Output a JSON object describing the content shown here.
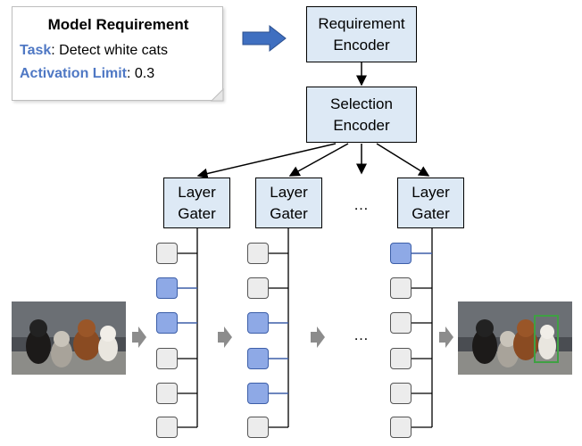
{
  "requirement": {
    "title": "Model Requirement",
    "task_key": "Task",
    "task_value": ": Detect white cats",
    "limit_key": "Activation Limit",
    "limit_value": ": 0.3"
  },
  "encoders": {
    "requirement": [
      "Requirement",
      "Encoder"
    ],
    "selection": [
      "Selection",
      "Encoder"
    ]
  },
  "gater_label": [
    "Layer",
    "Gater"
  ],
  "ellipsis": "…",
  "layers": [
    {
      "name": "layer-1",
      "active": [
        false,
        true,
        true,
        false,
        false,
        false
      ]
    },
    {
      "name": "layer-2",
      "active": [
        false,
        false,
        true,
        true,
        true,
        false
      ]
    },
    {
      "name": "layer-n",
      "active": [
        true,
        false,
        false,
        false,
        false,
        false
      ]
    }
  ],
  "colors": {
    "encoder_fill": "#dde9f5",
    "active_unit": "#8ea9e6",
    "inactive_unit": "#ececec",
    "active_link": "#3d5fa8",
    "arrow_blue": "#3f6fc0",
    "detection_box": "#3fa043",
    "key_text": "#4f78c4"
  },
  "images": {
    "input": "input-image-dogs-and-cats",
    "output": "output-image-white-cat-detected"
  }
}
